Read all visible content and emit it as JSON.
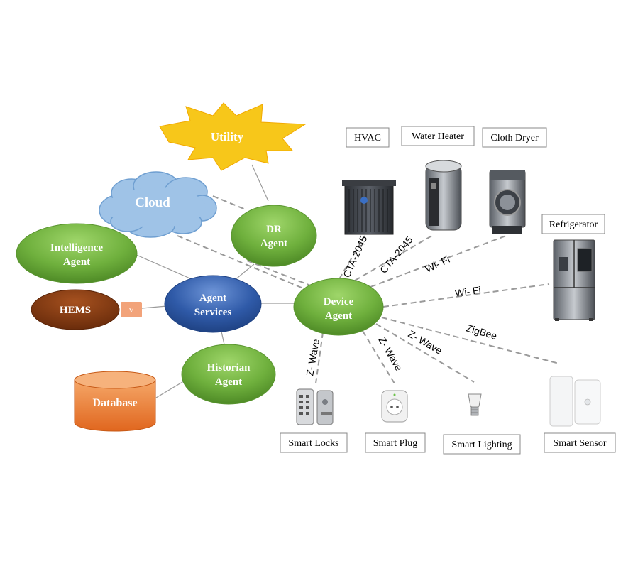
{
  "nodes": {
    "utility": "Utility",
    "cloud": "Cloud",
    "dr_agent": [
      "DR",
      "Agent"
    ],
    "intelligence_agent": [
      "Intelligence",
      "Agent"
    ],
    "hems": "HEMS",
    "hems_tag": "V",
    "agent_services": [
      "Agent",
      "Services"
    ],
    "historian_agent": [
      "Historian",
      "Agent"
    ],
    "database": "Database",
    "device_agent": [
      "Device",
      "Agent"
    ]
  },
  "devices": {
    "hvac": "HVAC",
    "water_heater": "Water Heater",
    "cloth_dryer": "Cloth Dryer",
    "refrigerator": "Refrigerator",
    "smart_locks": "Smart Locks",
    "smart_plug": "Smart Plug",
    "smart_lighting": "Smart Lighting",
    "smart_sensor": "Smart Sensor"
  },
  "protocols": {
    "hvac": "CTA-2045",
    "water_heater": "CTA-2045",
    "cloth_dryer": "Wi- Fi",
    "refrigerator": "Wi- Fi",
    "smart_sensor": "ZigBee",
    "smart_lighting": "Z- Wave",
    "smart_plug": "Z- Wave",
    "smart_locks": "Z- Wave"
  },
  "colors": {
    "green": "#6fb03d",
    "blue": "#2f5aa8",
    "brown": "#7a3510",
    "orange": "#e67a2e",
    "cloud": "#9fc3e7",
    "star": "#f7c71a"
  }
}
